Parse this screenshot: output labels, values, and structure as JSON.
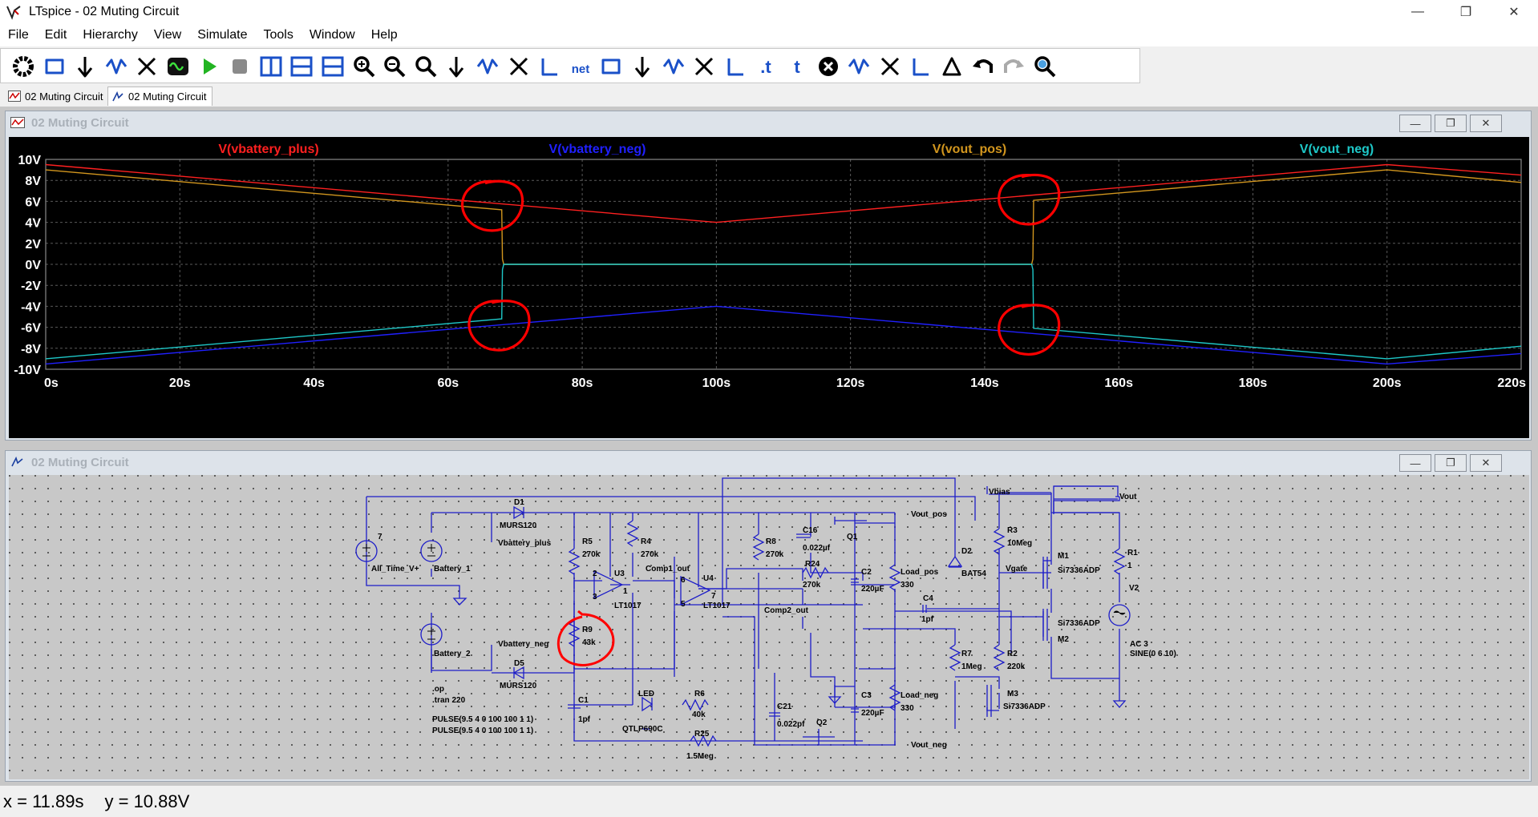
{
  "window": {
    "title": "LTspice - 02 Muting Circuit",
    "controls": {
      "minimize": "—",
      "restore": "❐",
      "close": "✕"
    }
  },
  "menu": [
    "File",
    "Edit",
    "Hierarchy",
    "View",
    "Simulate",
    "Tools",
    "Window",
    "Help"
  ],
  "toolbar": {
    "icons": [
      "settings-icon",
      "new-schematic-icon",
      "open-icon",
      "save-icon",
      "print-icon",
      "ac-analysis-icon",
      "run-icon",
      "halt-icon",
      "tile-vertical-icon",
      "tile-horizontal-icon",
      "cascade-icon",
      "zoom-in-icon",
      "zoom-out-icon",
      "zoom-fit-icon",
      "autorange-icon",
      "waveform-icon",
      "wire-icon",
      "ground-icon",
      "label-icon",
      "resistor-icon",
      "capacitor-icon",
      "inductor-icon",
      "diode-icon",
      "component-icon",
      "spice-directive-icon",
      "text-icon",
      "delete-icon",
      "move-icon",
      "drag-icon",
      "rotate-icon",
      "mirror-icon",
      "undo-icon",
      "redo-icon",
      "find-icon"
    ],
    "net_label": "net",
    "text_label": "t",
    "spice_label": ".t"
  },
  "tabs": [
    {
      "label": "02 Muting Circuit",
      "icon": "waveform-tab-icon",
      "active": false
    },
    {
      "label": "02 Muting Circuit",
      "icon": "schematic-tab-icon",
      "active": true
    }
  ],
  "plot_window": {
    "title": "02 Muting Circuit",
    "controls": {
      "minimize": "—",
      "restore": "❐",
      "close": "✕"
    }
  },
  "schematic_window": {
    "title": "02 Muting Circuit",
    "controls": {
      "minimize": "—",
      "restore": "❐",
      "close": "✕"
    }
  },
  "chart_data": {
    "type": "line",
    "title": "",
    "xlabel": "",
    "ylabel": "",
    "xlim": [
      0,
      220
    ],
    "ylim": [
      -10,
      10
    ],
    "x_ticks": [
      "0s",
      "20s",
      "40s",
      "60s",
      "80s",
      "100s",
      "120s",
      "140s",
      "160s",
      "180s",
      "200s",
      "220s"
    ],
    "x_tick_values": [
      0,
      20,
      40,
      60,
      80,
      100,
      120,
      140,
      160,
      180,
      200,
      220
    ],
    "y_ticks": [
      "10V",
      "8V",
      "6V",
      "4V",
      "2V",
      "0V",
      "-2V",
      "-4V",
      "-6V",
      "-8V",
      "-10V"
    ],
    "y_tick_values": [
      10,
      8,
      6,
      4,
      2,
      0,
      -2,
      -4,
      -6,
      -8,
      -10
    ],
    "grid": true,
    "legend": "top",
    "series": [
      {
        "name": "V(vbattery_plus)",
        "color": "#ff2020",
        "x": [
          0,
          100,
          200,
          220
        ],
        "y": [
          9.5,
          4,
          9.5,
          8.5
        ]
      },
      {
        "name": "V(vbattery_neg)",
        "color": "#2020ff",
        "x": [
          0,
          100,
          200,
          220
        ],
        "y": [
          -9.5,
          -4,
          -9.5,
          -8.5
        ]
      },
      {
        "name": "V(vout_pos)",
        "color": "#d2961e",
        "x": [
          0,
          68,
          68.1,
          68.3,
          147,
          147.2,
          147.3,
          200,
          220
        ],
        "y": [
          9,
          5.2,
          0.5,
          0,
          0,
          0.5,
          6.1,
          9,
          7.8
        ]
      },
      {
        "name": "V(vout_neg)",
        "color": "#1ec8c8",
        "x": [
          0,
          68,
          68.1,
          68.3,
          147,
          147.2,
          147.3,
          200,
          220
        ],
        "y": [
          -9,
          -5.2,
          -0.5,
          0,
          0,
          -0.5,
          -6.1,
          -9,
          -7.8
        ]
      }
    ],
    "annotations": [
      {
        "shape": "circle",
        "color": "#ff0000",
        "x": 66,
        "y": 5.6
      },
      {
        "shape": "circle",
        "color": "#ff0000",
        "x": 67,
        "y": -5.8
      },
      {
        "shape": "circle",
        "color": "#ff0000",
        "x": 146,
        "y": 6.2
      },
      {
        "shape": "circle",
        "color": "#ff0000",
        "x": 146,
        "y": -6.2
      }
    ]
  },
  "schematic": {
    "labels": {
      "d1": "D1",
      "d1_model": "MURS120",
      "d5": "D5",
      "d5_model": "MURS120",
      "v7": "7",
      "all_time": "All_Time_V+",
      "battery1": "Battery_1",
      "battery2": "Battery_2",
      "vbat_plus": "Vbattery_plus",
      "vbat_neg": "Vbattery_neg",
      "r5": "R5",
      "r5_val": "270k",
      "r4": "R4",
      "r4_val": "270k",
      "r9": "R9",
      "r9_val": "43k",
      "u3": "U3",
      "u3_model": "LT1017",
      "u4": "U4",
      "u4_model": "LT1017",
      "comp1": "Comp1_out",
      "comp2": "Comp2_out",
      "r8": "R8",
      "r8_val": "270k",
      "c16": "C16",
      "c16_val": "0.022µf",
      "r24": "R24",
      "r24_val": "270k",
      "q1": "Q1",
      "q2": "Q2",
      "vout_pos": "Vout_pos",
      "vout_neg": "Vout_neg",
      "c2": "C2",
      "c2_val": "220µF",
      "c3": "C3",
      "c3_val": "220µF",
      "load_pos": "Load_pos",
      "load_pos_val": "330",
      "load_neg": "Load_neg",
      "load_neg_val": "330",
      "c4": "C4",
      "c4_val": "1pf",
      "d2": "D2",
      "d2_model": "BAT54",
      "vbias": "Vbias",
      "r3": "R3",
      "r3_val": "10Meg",
      "vgate": "Vgate",
      "m1": "M1",
      "m1_model": "Si7336ADP",
      "m2": "M2",
      "m2_model": "Si7336ADP",
      "m3": "M3",
      "m3_model": "Si7336ADP",
      "r7": "R7",
      "r7_val": "1Meg",
      "r2": "R2",
      "r2_val": "220k",
      "r1": "R1",
      "r1_val": "1",
      "vout": "Vout",
      "v2": "V2",
      "v2_ac": "AC 3",
      "v2_sine": "SINE(0 6 10)",
      "c1": "C1",
      "c1_val": "1pf",
      "led": "LED",
      "led_model": "QTLP690C",
      "r6": "R6",
      "r6_val": "40k",
      "r25": "R25",
      "r25_val": "1.5Meg",
      "c21": "C21",
      "c21_val": "0.022pf",
      "op": ".op",
      "tran": ".tran 220",
      "pulse1": "PULSE(9.5 4 0 100 100 1 1)",
      "pulse2": "PULSE(9.5 4 0 100 100 1 1)",
      "pin2": "2",
      "pin3": "3",
      "pin1": "1",
      "pin6": "6",
      "pin5": "5",
      "pin7": "7"
    }
  },
  "status": {
    "x_readout": "x = 11.89s",
    "y_readout": "y = 10.88V"
  }
}
